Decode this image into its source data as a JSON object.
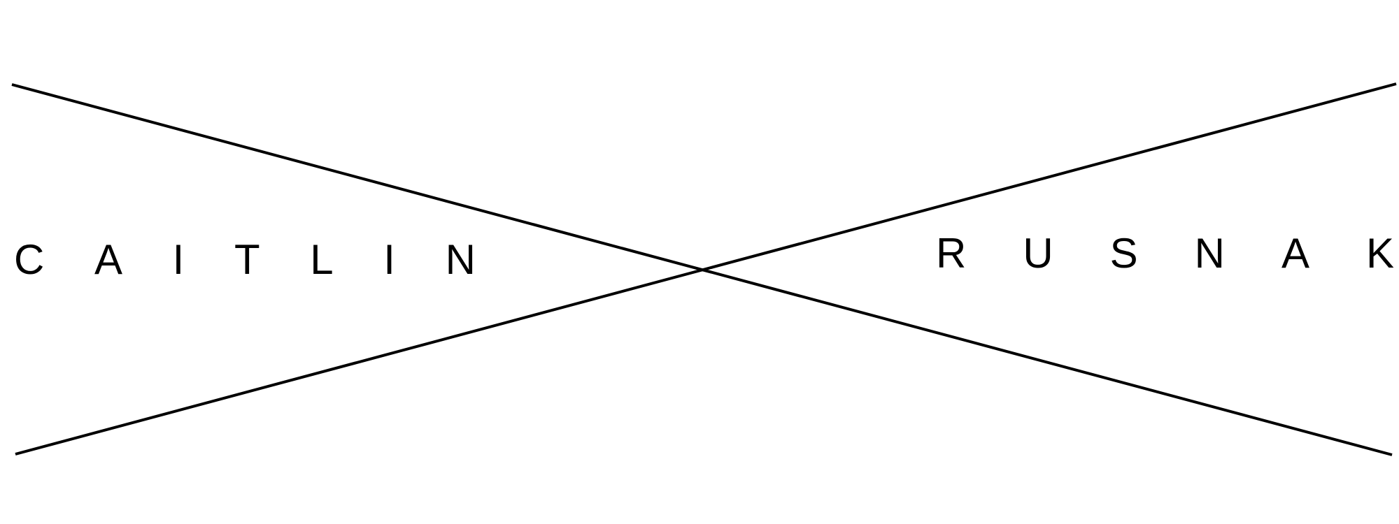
{
  "logo": {
    "first_name": [
      "C",
      "A",
      "I",
      "T",
      "L",
      "I",
      "N"
    ],
    "last_name": [
      "R",
      "U",
      "S",
      "N",
      "A",
      "K"
    ],
    "color": "#000000",
    "background": "#ffffff"
  }
}
